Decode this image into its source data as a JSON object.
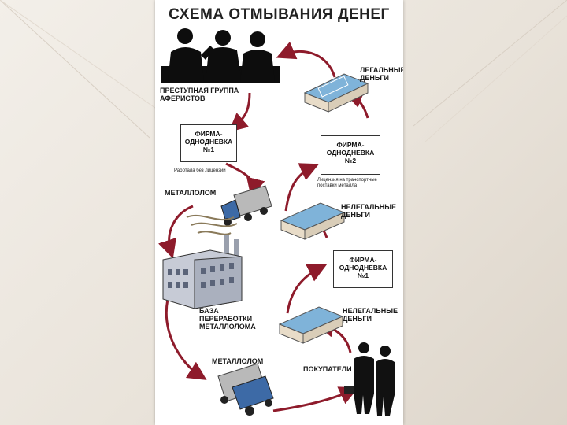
{
  "slide": {
    "title": "СХЕМА ОТМЫВАНИЯ ДЕНЕГ",
    "labels": {
      "criminal_group": "ПРЕСТУПНАЯ ГРУППА\nАФЕРИСТОВ",
      "legal_money": "ЛЕГАЛЬНЫЕ\nДЕНЬГИ",
      "firm1": "ФИРМА-\nОДНОДНЕВКА\n№1",
      "firm1_note": "Работала без лицензии",
      "firm2": "ФИРМА-\nОДНОДНЕВКА\n№2",
      "firm2_note": "Лицензия на транспортные\nпоставки металла",
      "scrap1": "МЕТАЛЛОЛОМ",
      "illegal_money1": "НЕЛЕГАЛЬНЫЕ\nДЕНЬГИ",
      "firm1_second": "ФИРМА-\nОДНОДНЕВКА\n№1",
      "processing_base": "БАЗА\nПЕРЕРАБОТКИ\nМЕТАЛЛОЛОМА",
      "illegal_money2": "НЕЛЕГАЛЬНЫЕ\nДЕНЬГИ",
      "scrap2": "МЕТАЛЛОЛОМ",
      "buyers": "ПОКУПАТЕЛИ"
    },
    "colors": {
      "arrow": "#8e1b2b",
      "money_top": "#7fb3d9",
      "truck_cab": "#3d6aa6",
      "building": "#c7cbd6"
    }
  }
}
